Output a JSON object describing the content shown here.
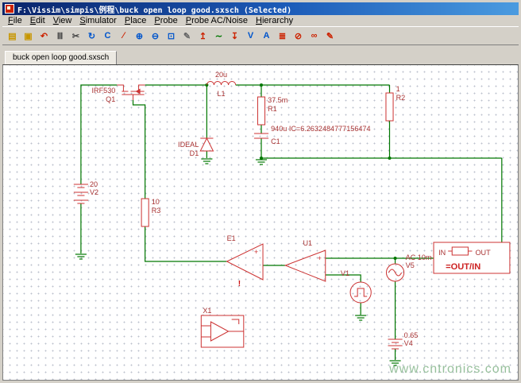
{
  "window": {
    "title": "F:\\Vissim\\simpis\\例程\\buck open loop good.sxsch (Selected)"
  },
  "menu": {
    "items": [
      "File",
      "Edit",
      "View",
      "Simulator",
      "Place",
      "Probe",
      "Probe AC/Noise",
      "Hierarchy"
    ]
  },
  "toolbar": {
    "icons": [
      {
        "name": "open",
        "glyph": "▤",
        "color": "#c79600"
      },
      {
        "name": "save",
        "glyph": "▣",
        "color": "#c79600"
      },
      {
        "name": "undo",
        "glyph": "↶",
        "color": "#cc2200"
      },
      {
        "name": "waveform-bars",
        "glyph": "Ⅲ",
        "color": "#444444"
      },
      {
        "name": "cut",
        "glyph": "✂",
        "color": "#444444"
      },
      {
        "name": "rerun-simulation",
        "glyph": "↻",
        "color": "#0055cc"
      },
      {
        "name": "simulate",
        "glyph": "C",
        "color": "#0055cc"
      },
      {
        "name": "draw-wire",
        "glyph": "∕",
        "color": "#cc2200"
      },
      {
        "name": "zoom-in",
        "glyph": "⊕",
        "color": "#0055cc"
      },
      {
        "name": "zoom-out",
        "glyph": "⊖",
        "color": "#0055cc"
      },
      {
        "name": "zoom-area",
        "glyph": "⊡",
        "color": "#0055cc"
      },
      {
        "name": "annotate",
        "glyph": "✎",
        "color": "#666666"
      },
      {
        "name": "voltage-probe",
        "glyph": "↥",
        "color": "#cc2200"
      },
      {
        "name": "ac-probe",
        "glyph": "∼",
        "color": "#007700"
      },
      {
        "name": "current-probe",
        "glyph": "↧",
        "color": "#cc2200"
      },
      {
        "name": "voltage-marker",
        "glyph": "V",
        "color": "#0055cc"
      },
      {
        "name": "current-marker",
        "glyph": "A",
        "color": "#0055cc"
      },
      {
        "name": "multi-probe",
        "glyph": "≣",
        "color": "#cc2200"
      },
      {
        "name": "no-simulation",
        "glyph": "⊘",
        "color": "#cc2200"
      },
      {
        "name": "loop-gain",
        "glyph": "∞",
        "color": "#cc2200"
      },
      {
        "name": "edit-probe",
        "glyph": "✎",
        "color": "#cc2200"
      }
    ]
  },
  "tabs": [
    {
      "label": "buck open loop good.sxsch"
    }
  ],
  "schematic": {
    "colors": {
      "wire": "#007700",
      "component": "#cc3333",
      "label": "#a83232"
    },
    "labels": {
      "q1_value": "IRF530",
      "q1_ref": "Q1",
      "l1_value": "20u",
      "l1_ref": "L1",
      "r1_value": "37.5m",
      "r1_ref": "R1",
      "c1_value": "940u IC=6.2632484777156474",
      "c1_ref": "C1",
      "r2_value": "1",
      "r2_ref": "R2",
      "d1_value": "IDEAL",
      "d1_ref": "D1",
      "v2_value": "20",
      "v2_ref": "V2",
      "r3_value": "10",
      "r3_ref": "R3",
      "e1_ref": "E1",
      "e1_plus": "+",
      "e1_warning": "!",
      "u1_ref": "U1",
      "u1_plus": "+",
      "v1_ref": "V1",
      "v5_value": "AC 10m",
      "v5_ref": "V5",
      "v4_value": "0.65",
      "v4_ref": "V4",
      "x1_ref": "X1",
      "probe_in": "IN",
      "probe_out": "OUT",
      "probe_formula": "=OUT/IN"
    }
  },
  "watermark": "www.cntronics.com"
}
